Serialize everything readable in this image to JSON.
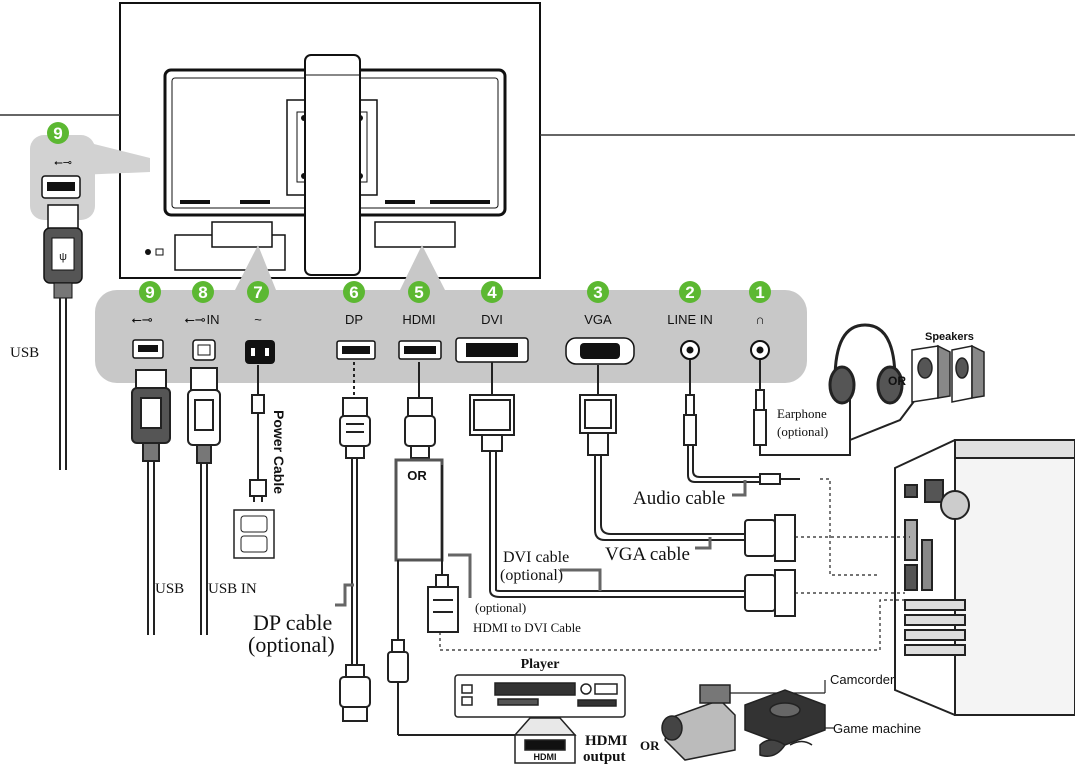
{
  "ports": [
    {
      "num": "9",
      "label": ""
    },
    {
      "num": "8",
      "label": "IN"
    },
    {
      "num": "7",
      "label": "~"
    },
    {
      "num": "6",
      "label": "DP"
    },
    {
      "num": "5",
      "label": "HDMI"
    },
    {
      "num": "4",
      "label": "DVI"
    },
    {
      "num": "3",
      "label": "VGA"
    },
    {
      "num": "2",
      "label": "LINE IN"
    },
    {
      "num": "1",
      "label": ""
    }
  ],
  "callout": {
    "num": "9"
  },
  "labels": {
    "usb_left": "USB",
    "usb_bottom": "USB",
    "usb_in": "USB  IN",
    "power_cable": "Power Cable",
    "dp_cable_1": "DP cable",
    "dp_cable_2": "(optional)",
    "or_hdmi": "OR",
    "hdmi_dvi_optional": "(optional)",
    "hdmi_dvi_cable": "HDMI to DVI Cable",
    "dvi_cable_1": "DVI cable",
    "dvi_cable_2": "(optional)",
    "vga_cable": "VGA cable",
    "audio_cable": "Audio cable",
    "earphone_1": "Earphone",
    "earphone_2": "(optional)",
    "speakers": "Speakers",
    "or_speakers": "OR",
    "player": "Player",
    "hdmi_output_1": "HDMI",
    "hdmi_output_2": "output",
    "hdmi_plug": "HDMI",
    "camcorder": "Camcorder",
    "game_machine": "Game machine",
    "or_devices": "OR"
  },
  "colors": {
    "badge_green": "#5cb832",
    "panel_gray": "#c8c8c8",
    "callout_gray": "#d2d2d2",
    "line": "#222222"
  }
}
